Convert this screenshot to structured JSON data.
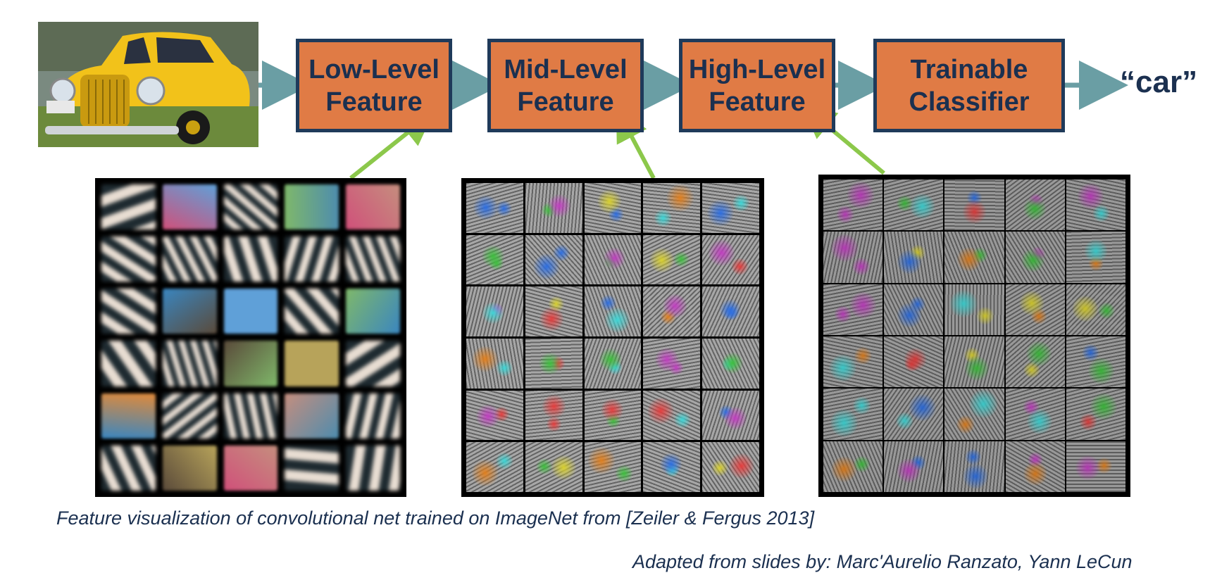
{
  "input": {
    "image": "yellow-vintage-car-photo"
  },
  "stages": [
    {
      "line1": "Low-Level",
      "line2": "Feature"
    },
    {
      "line1": "Mid-Level",
      "line2": "Feature"
    },
    {
      "line1": "High-Level",
      "line2": "Feature"
    },
    {
      "line1": "Trainable",
      "line2": "Classifier"
    }
  ],
  "output": {
    "label": "“car”"
  },
  "panels": [
    {
      "name": "low-level-filters",
      "rows": 6,
      "cols": 5
    },
    {
      "name": "mid-level-features",
      "rows": 6,
      "cols": 5
    },
    {
      "name": "high-level-features",
      "rows": 6,
      "cols": 5
    }
  ],
  "captions": {
    "figure": "Feature visualization of convolutional net trained on ImageNet from [Zeiler & Fergus 2013]",
    "credit": "Adapted from slides by: Marc'Aurelio Ranzato, Yann LeCun"
  },
  "colors": {
    "stage_fill": "#e07b45",
    "stage_border": "#1f3a5a",
    "text": "#1b3050",
    "flow_arrow": "#6a9ea4",
    "link_arrow": "#8cc84b"
  }
}
